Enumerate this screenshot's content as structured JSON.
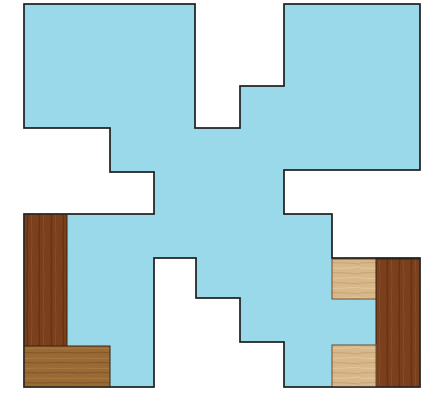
{
  "puzzle": {
    "board_color": "#99d9ea",
    "outline_color": "#222222",
    "wood_colors": {
      "dark": "#7a4a24",
      "medium": "#9a6a35",
      "light": "#d8b88a"
    },
    "pieces": [
      {
        "name": "wood-block-left-tall",
        "tone": "dark"
      },
      {
        "name": "wood-block-left-bottom",
        "tone": "medium"
      },
      {
        "name": "wood-block-right-light-top",
        "tone": "light"
      },
      {
        "name": "wood-block-right-tall",
        "tone": "dark"
      },
      {
        "name": "wood-block-right-light-bottom",
        "tone": "light"
      }
    ]
  }
}
